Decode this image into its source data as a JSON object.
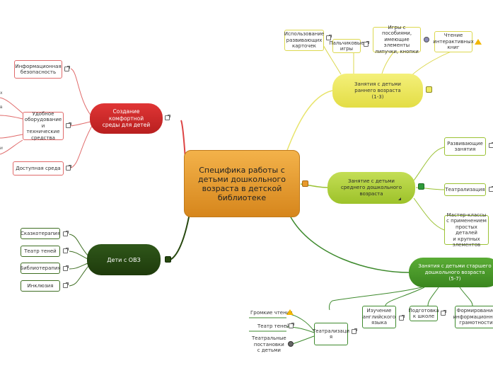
{
  "center": "Специфика работы с\nдетьми дошкольного\nвозраста в детской\nбиблиотеке",
  "comfort": {
    "label": "Создание\nкомфортной\nсреды для детей",
    "items": [
      "Информационная\nбезопасность",
      "Удобное\nоборудование\nи технические\nсредства",
      "Доступная среда"
    ],
    "cut_left": [
      "х",
      "в",
      "",
      "и"
    ]
  },
  "ovz": {
    "label": "Дети с ОВЗ",
    "items": [
      "Сказкотерапия",
      "Театр теней",
      "Библиотерапия",
      "Инклюзия"
    ]
  },
  "early": {
    "label": "Занятия с детьми\nраннего возраста\n(1-3)",
    "items": [
      "Использование\nразвивающих\nкарточек",
      "Пальчиковые\nигры",
      "Игры с пособиями,\nимеющие элементы\nлипучки, кнопки",
      "Чтение\nинтерактивных\nкниг"
    ]
  },
  "middle": {
    "label": "Занятие с детьми\nсреднего дошкольного\nвозраста",
    "items": [
      "Развивающие\nзанятия",
      "Театрализация",
      "Мастер-классы\nс применением\nпростых деталей\nи крупных элементов"
    ]
  },
  "senior": {
    "label": "Занятия с детьми старшего\nдошкольного возраста\n(5-7)",
    "items": [
      "Изучение\nанглийского\nязыка",
      "Подготовка\nк школе",
      "Формирование\nинформационной\nграмотности"
    ],
    "theatre": {
      "label": "Театрализаци\nя",
      "items": [
        "Громкие чтения",
        "Театр теней",
        "Театральные\nпостановки\nс детьми"
      ]
    }
  },
  "colors": {
    "center": "#e89a2c",
    "comfort": "#cf2727",
    "ovz": "#27480f",
    "early": "#eeea62",
    "middle": "#b4d23f",
    "senior": "#4a9a2c"
  }
}
